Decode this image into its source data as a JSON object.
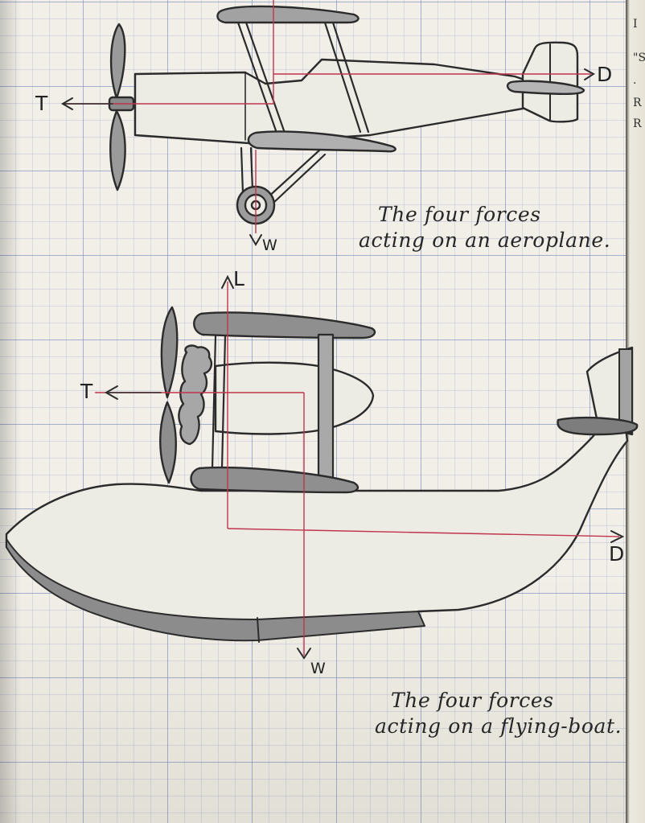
{
  "figure1": {
    "caption_line1": "The four forces",
    "caption_line2": "acting on an aeroplane.",
    "labels": {
      "thrust": "T",
      "drag": "D",
      "weight": "W"
    }
  },
  "figure2": {
    "caption_line1": "The four forces",
    "caption_line2": "acting on a flying-boat.",
    "labels": {
      "lift": "L",
      "thrust": "T",
      "drag": "D",
      "weight": "W"
    }
  },
  "next_page_fragments": [
    "I",
    "\"S",
    ".",
    "R",
    "R"
  ],
  "colors": {
    "force_line": "#c0344f",
    "pencil": "#2b2b2b",
    "shading": "#8f8f8f",
    "grid": "#7d8cc0"
  }
}
